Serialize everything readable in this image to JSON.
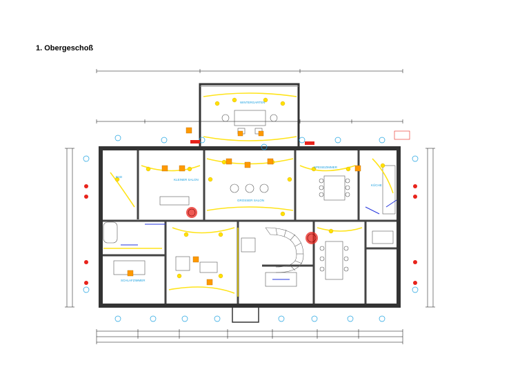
{
  "page": {
    "title": "1. Obergeschoß"
  },
  "rooms": [
    {
      "id": "wintergarten",
      "label": "WINTERGARTEN"
    },
    {
      "id": "kleiner-salon",
      "label": "KLEINER SALON"
    },
    {
      "id": "grosser-salon",
      "label": "GROSSER SALON"
    },
    {
      "id": "speisezimmer",
      "label": "SPEISEZIMMER"
    },
    {
      "id": "kueche",
      "label": "KÜCHE"
    },
    {
      "id": "schlafzimmer",
      "label": "SCHLAFZIMMER"
    },
    {
      "id": "bad",
      "label": "BAD"
    }
  ],
  "colors": {
    "wall": "#333333",
    "wall-fill": "#d8d8d8",
    "lighting": "#ffe100",
    "fixture": "#ff9900",
    "marker-red": "#e8231b",
    "marker-blue": "#1aa0e0",
    "electrical": "#2233dd",
    "dim-line": "#000000"
  }
}
